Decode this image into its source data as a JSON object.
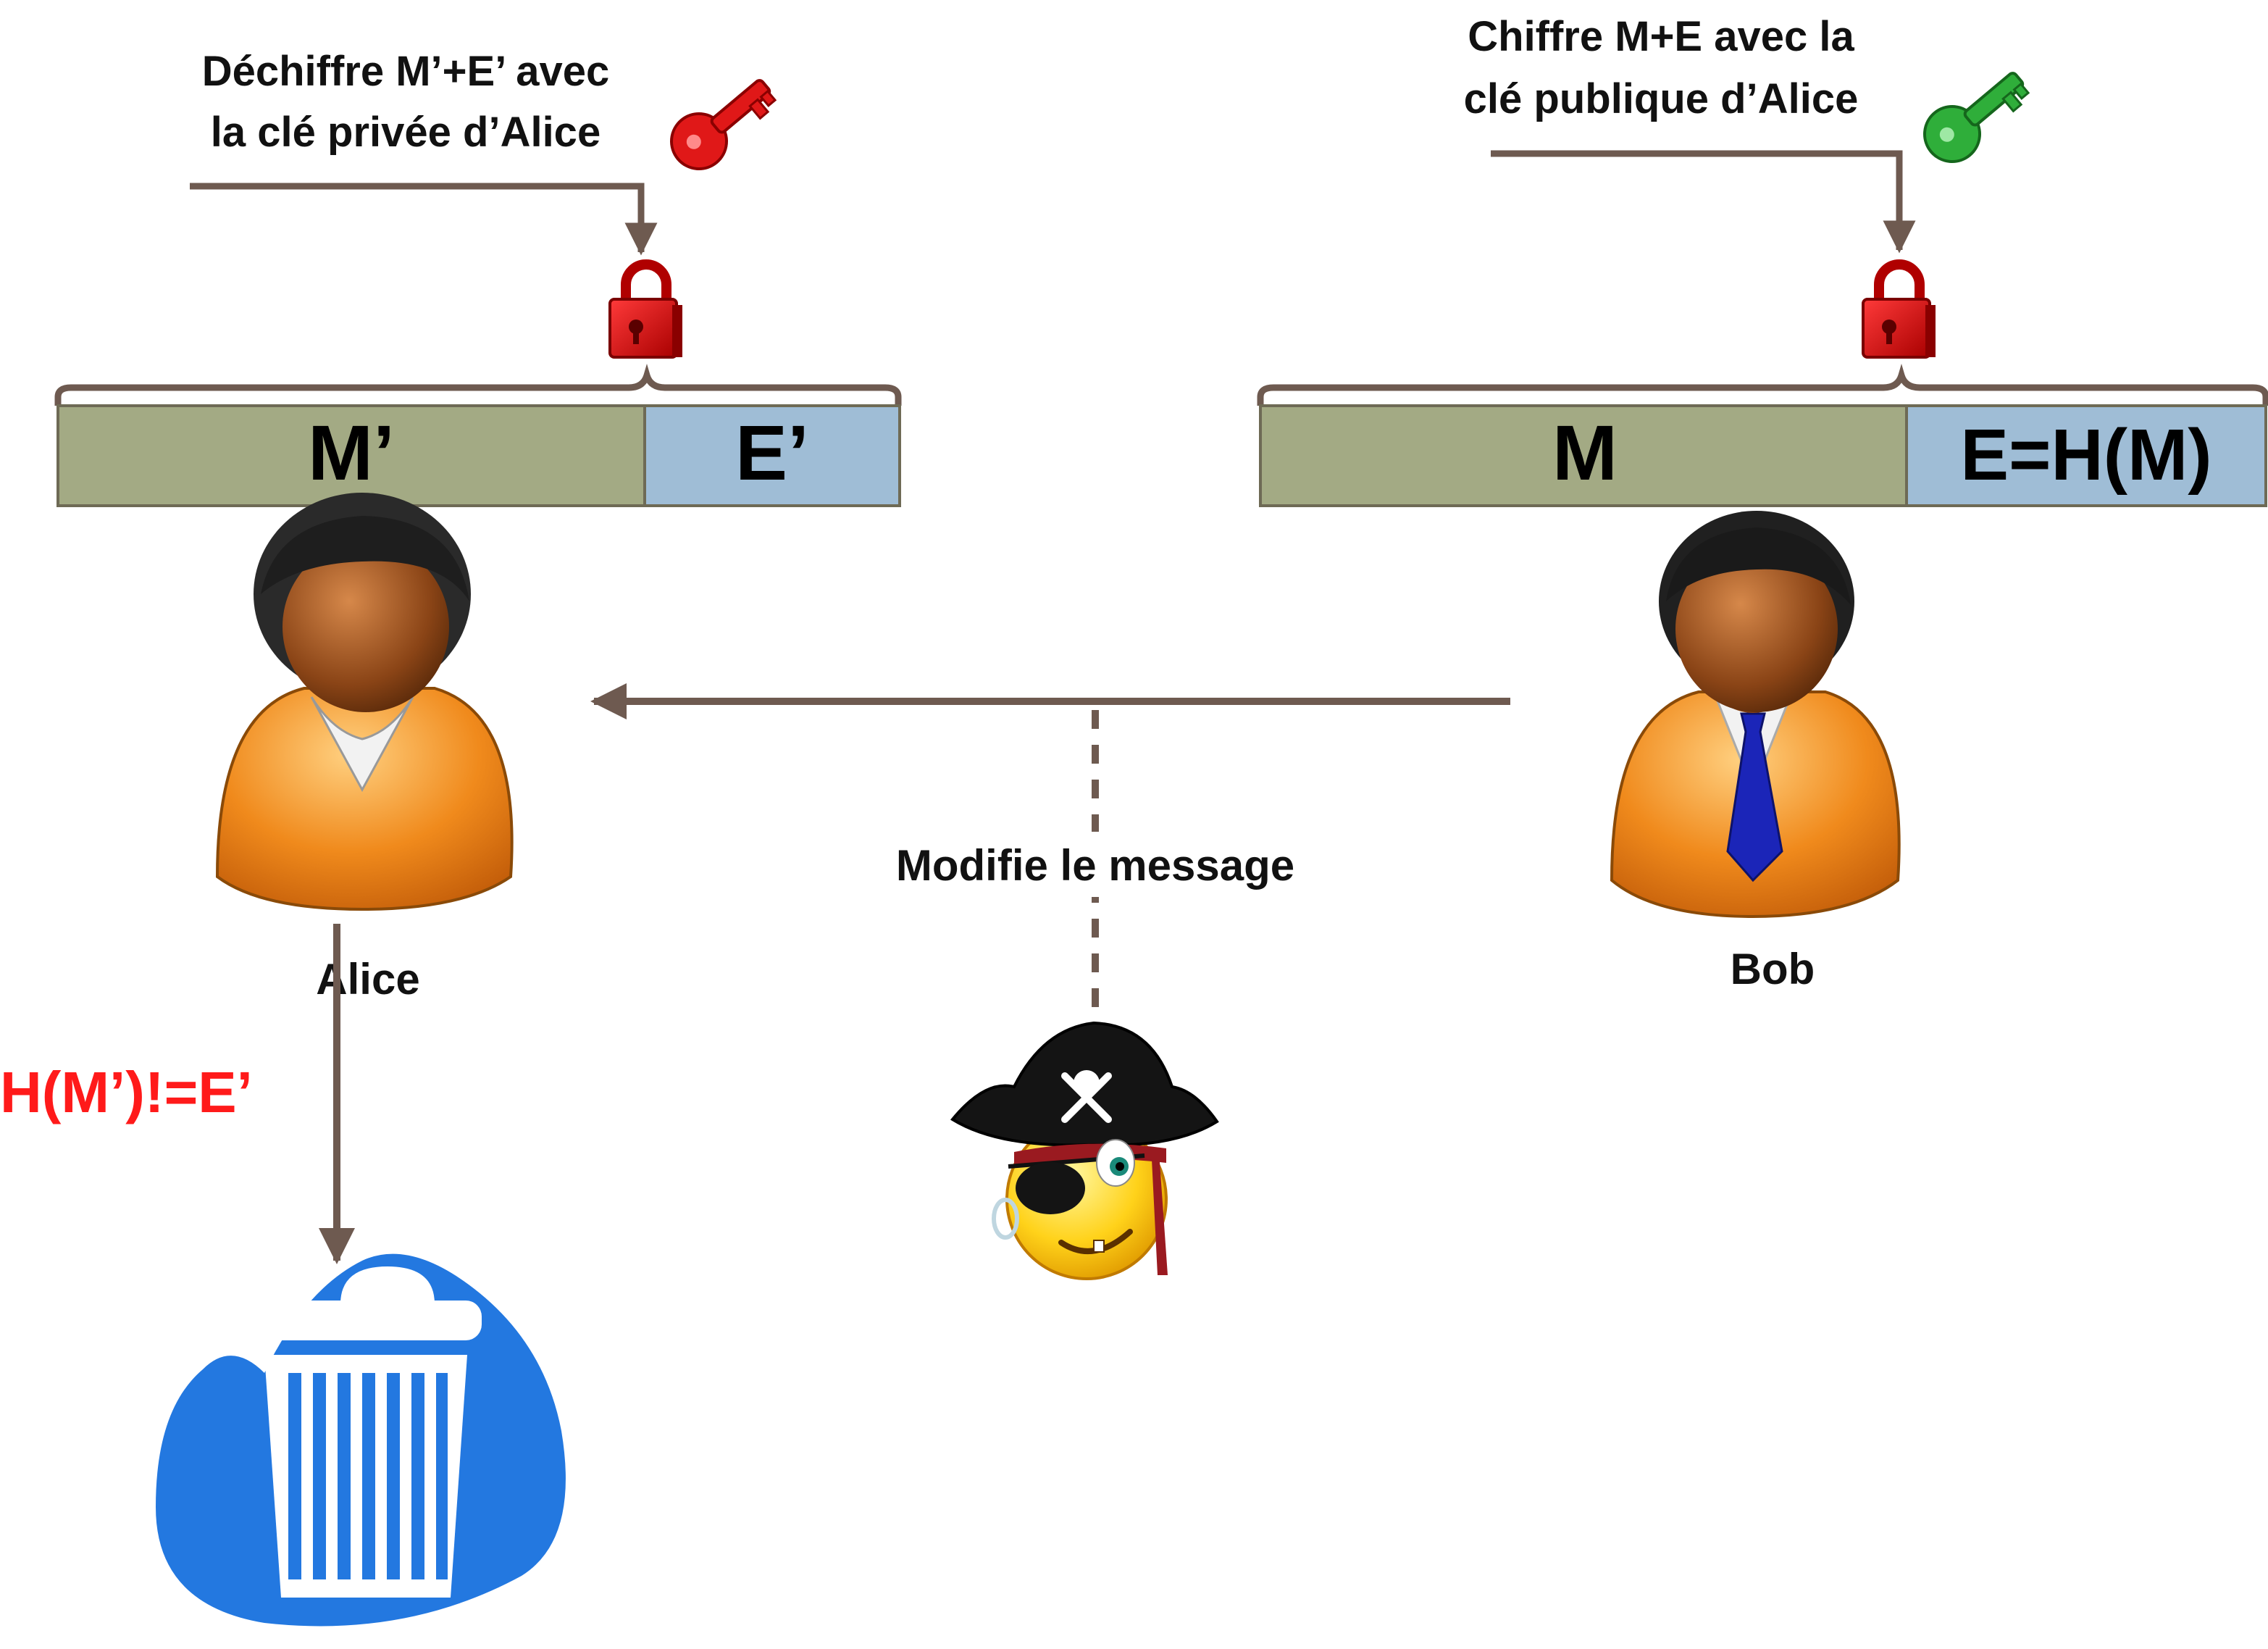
{
  "left_caption": {
    "line1": "Déchiffre M’+E’ avec",
    "line2": "la clé privée d’Alice"
  },
  "right_caption": {
    "line1": "Chiffre M+E avec la",
    "line2": "clé publique d’Alice"
  },
  "left_packet": {
    "message_label": "M’",
    "hash_label": "E’"
  },
  "right_packet": {
    "message_label": "M",
    "hash_label": "E=H(M)"
  },
  "attacker_caption": "Modifie le message",
  "alice_name": "Alice",
  "bob_name": "Bob",
  "verification_result": "H(M’)!=E’",
  "icons": {
    "private_key": "red-key-icon",
    "public_key": "green-key-icon",
    "lock": "padlock-icon",
    "attacker": "pirate-smiley-icon",
    "discard": "trash-can-icon"
  },
  "colors": {
    "arrow": "#6e5a50",
    "message_block": "#a3aa84",
    "hash_block": "#9fbdd6",
    "result_text": "#ff1a1a",
    "private_key": "#e01818",
    "public_key": "#2fae3a",
    "trash_blob": "#2378e0"
  }
}
